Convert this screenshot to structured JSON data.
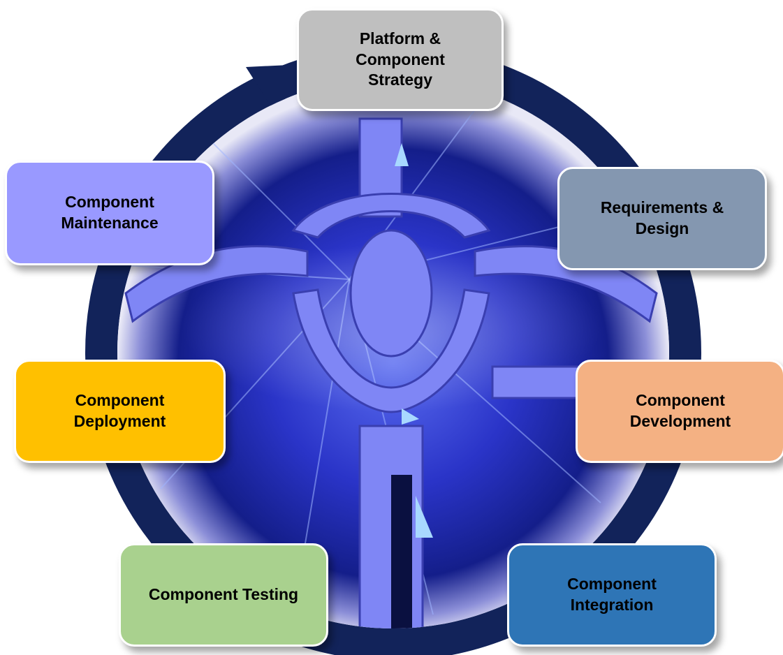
{
  "colors": {
    "cycle_ring": "#12235a",
    "orb_core": "#2a34c8",
    "emblem": "#7f86f5"
  },
  "stages": [
    {
      "label": "Platform &\nComponent\nStrategy",
      "color": "#bfbfbf"
    },
    {
      "label": "Requirements &\nDesign",
      "color": "#8497b0"
    },
    {
      "label": "Component\nDevelopment",
      "color": "#f4b183"
    },
    {
      "label": "Component\nIntegration",
      "color": "#2e75b6"
    },
    {
      "label": "Component Testing",
      "color": "#a9d18e"
    },
    {
      "label": "Component\nDeployment",
      "color": "#ffc000"
    },
    {
      "label": "Component\nMaintenance",
      "color": "#9999ff"
    }
  ]
}
